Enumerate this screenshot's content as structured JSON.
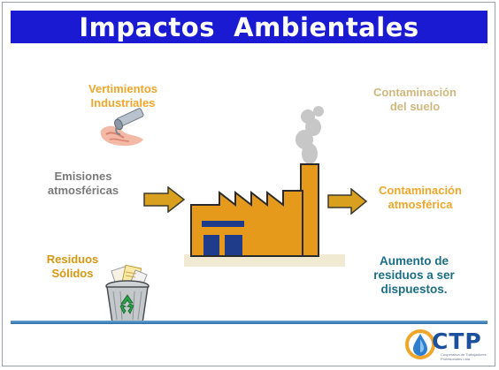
{
  "slide": {
    "title": "Impactos  Ambientales",
    "labels": {
      "vertimientos": "Vertimientos\nIndustriales",
      "contaminacion_suelo": "Contaminación\ndel suelo",
      "emisiones": "Emisiones\natmosféricas",
      "contaminacion_atmosferica": "Contaminación\natmosférica",
      "residuos": "Residuos\nSólidos",
      "aumento": "Aumento de\nresiduos a ser\ndispuestos."
    }
  },
  "logo": {
    "name": "CTP",
    "subtitle": "Cooperativa de Trabajadores Profesionales Ltda."
  },
  "colors": {
    "title_bar": "#1a1ad2",
    "orange_label": "#f0a62a",
    "pale_label": "#cfb87e",
    "gray_label": "#7a7a7a",
    "teal_label": "#1a6e85",
    "arrow": "#d9a020",
    "factory_orange": "#e69a1c",
    "factory_window": "#1f3c8a"
  },
  "icons": [
    "drain-pipe-icon",
    "factory-icon",
    "arrow-right-icon",
    "recycle-bin-icon",
    "ctp-logo-icon"
  ]
}
